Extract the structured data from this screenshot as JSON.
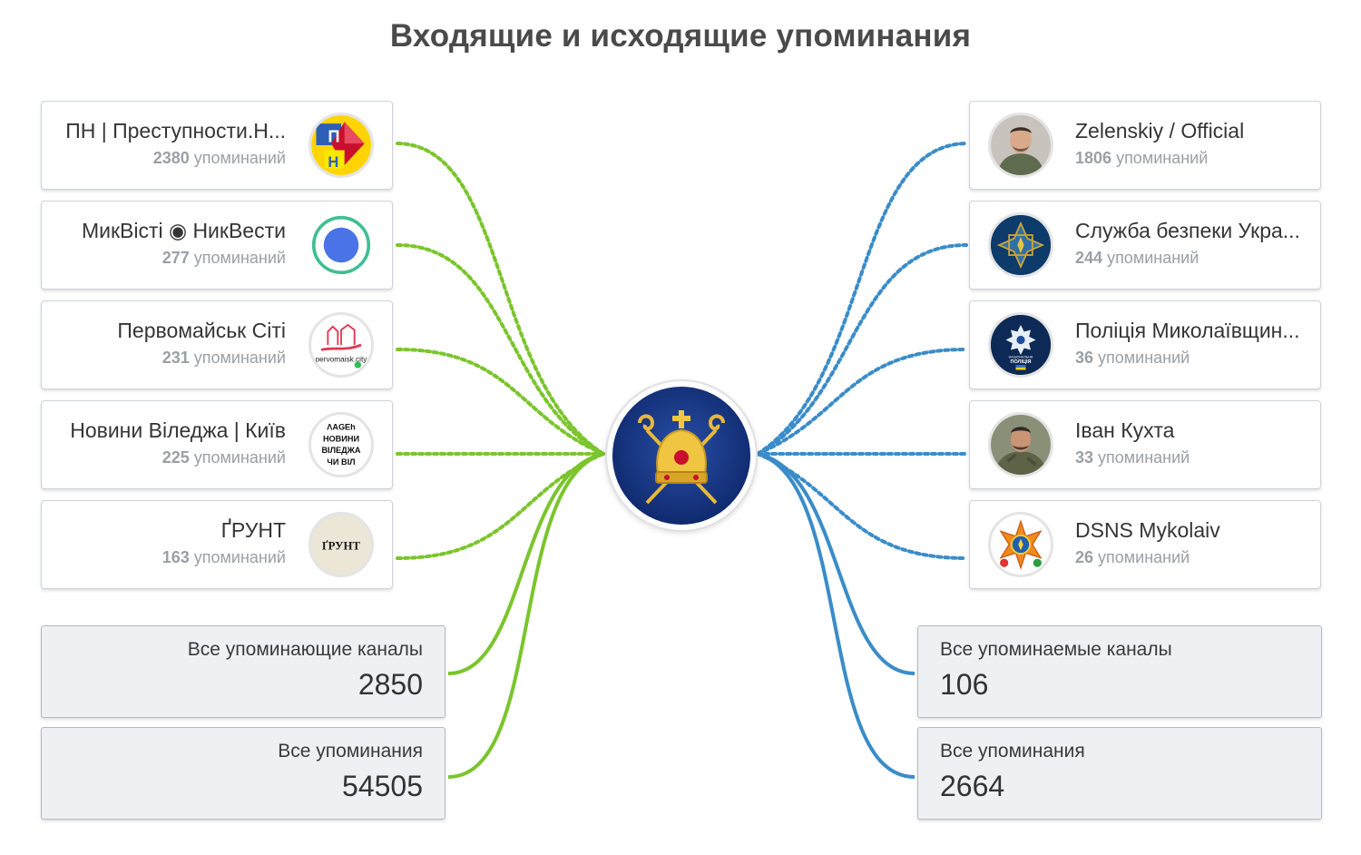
{
  "title": "Входящие и исходящие упоминания",
  "colors": {
    "incoming": "#7ac52c",
    "outgoing": "#3a8cc9"
  },
  "center": {
    "icon": "coat-of-arms-icon"
  },
  "incoming": [
    {
      "name": "ПН | Преступности.Н...",
      "count": "2380",
      "unit": "упоминаний",
      "icon": "pn-logo-icon"
    },
    {
      "name": "МикВісті ◉ НикВести",
      "count": "277",
      "unit": "упоминаний",
      "icon": "blue-dot-icon"
    },
    {
      "name": "Первомайськ Сіті",
      "count": "231",
      "unit": "упоминаний",
      "icon": "pervomaisk-city-icon",
      "logo_text": "pervomaisk.city"
    },
    {
      "name": "Новини Віледжа | Київ",
      "count": "225",
      "unit": "упоминаний",
      "icon": "village-news-icon",
      "logo_lines": [
        "ΛAGEh",
        "НОВИНИ",
        "ВІЛЕДЖА",
        "ЧИ ВІЛ"
      ]
    },
    {
      "name": "ҐРУНТ",
      "count": "163",
      "unit": "упоминаний",
      "icon": "grunt-logo-icon",
      "logo_text": "ҐРУНТ"
    }
  ],
  "outgoing": [
    {
      "name": "Zelenskiy / Official",
      "count": "1806",
      "unit": "упоминаний",
      "icon": "person-photo-icon"
    },
    {
      "name": "Служба безпеки Укра...",
      "count": "244",
      "unit": "упоминаний",
      "icon": "sbu-emblem-icon"
    },
    {
      "name": "Поліція Миколаївщин...",
      "count": "36",
      "unit": "упоминаний",
      "icon": "police-emblem-icon",
      "logo_lines": [
        "НАЦІОНАЛЬНА",
        "ПОЛІЦІЯ"
      ]
    },
    {
      "name": "Іван Кухта",
      "count": "33",
      "unit": "упоминаний",
      "icon": "soldier-photo-icon"
    },
    {
      "name": "DSNS Mykolaiv",
      "count": "26",
      "unit": "упоминаний",
      "icon": "dsns-emblem-icon"
    }
  ],
  "totals_in": [
    {
      "label": "Все упоминающие каналы",
      "value": "2850"
    },
    {
      "label": "Все упоминания",
      "value": "54505"
    }
  ],
  "totals_out": [
    {
      "label": "Все упоминаемые каналы",
      "value": "106"
    },
    {
      "label": "Все упоминания",
      "value": "2664"
    }
  ]
}
